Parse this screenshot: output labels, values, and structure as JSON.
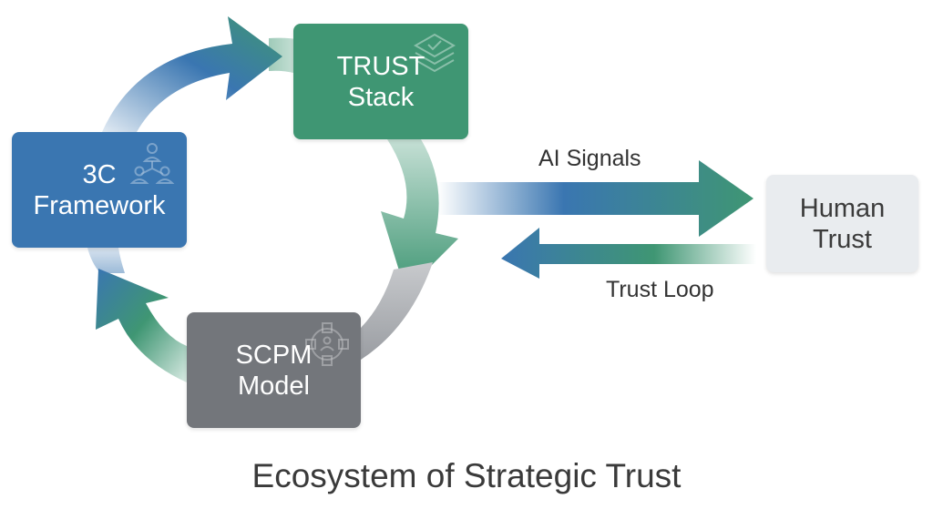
{
  "title": "Ecosystem of Strategic Trust",
  "nodes": {
    "trust_stack": {
      "line1": "TRUST",
      "line2": "Stack",
      "icon": "layers-check-icon",
      "color": "#3f9673"
    },
    "framework_3c": {
      "line1": "3C",
      "line2": "Framework",
      "icon": "org-hierarchy-icon",
      "color": "#3a76b1"
    },
    "scpm_model": {
      "line1": "SCPM",
      "line2": "Model",
      "icon": "network-hub-icon",
      "color": "#73767b"
    },
    "human_trust": {
      "line1": "Human",
      "line2": "Trust",
      "color": "#e9ecef"
    }
  },
  "flows": {
    "ai_signals": "AI Signals",
    "trust_loop": "Trust Loop"
  },
  "colors": {
    "blue": "#3a76b1",
    "green": "#3f9673",
    "gray": "#73767b",
    "text": "#333333"
  }
}
